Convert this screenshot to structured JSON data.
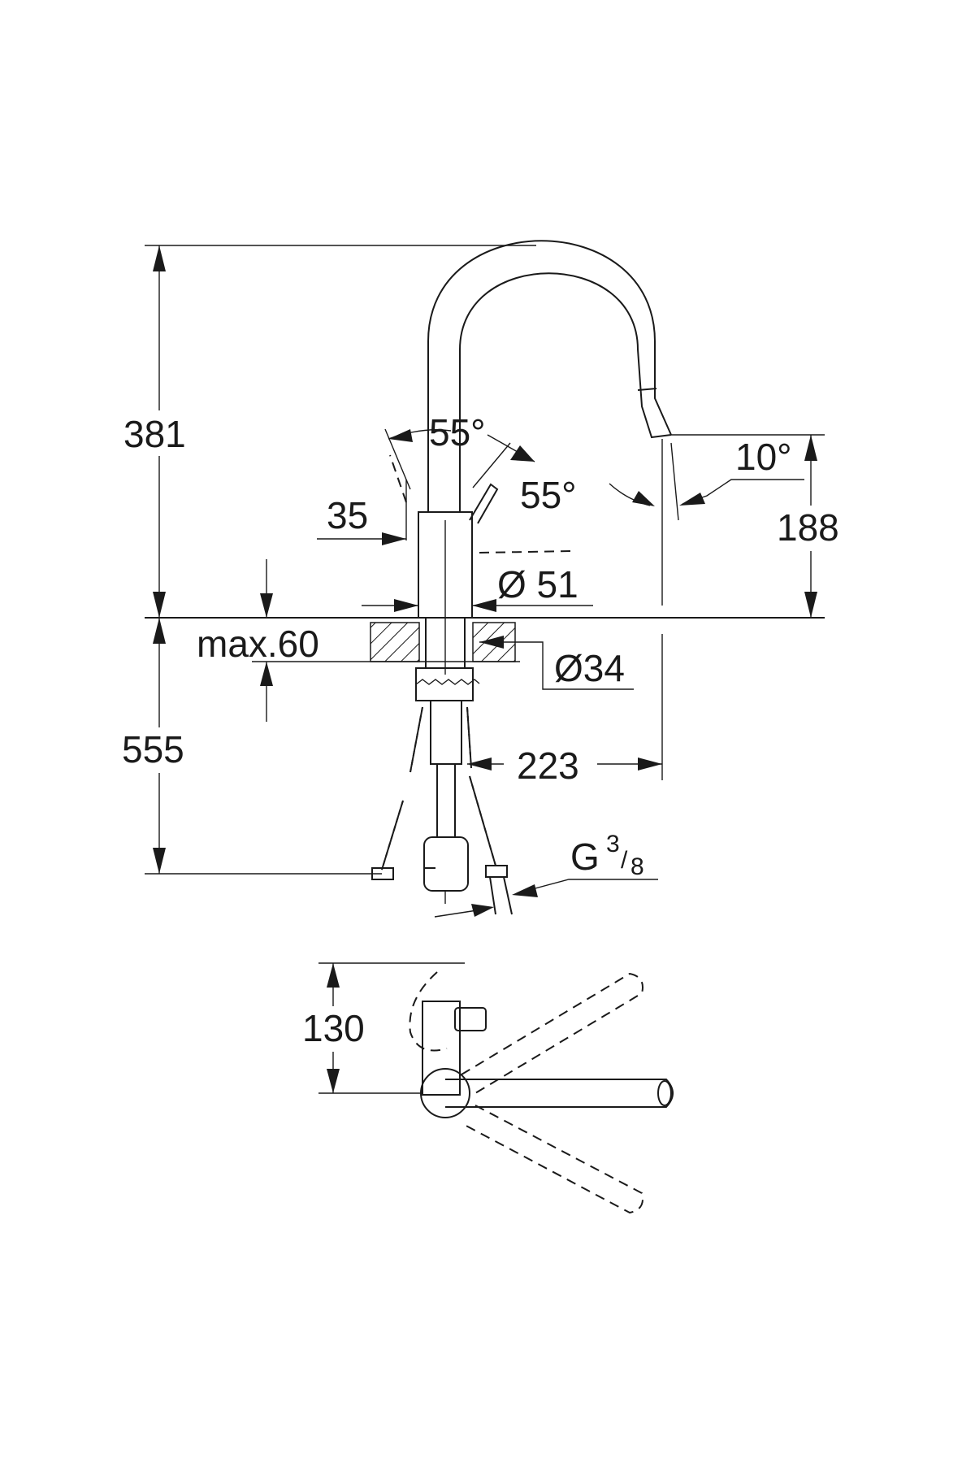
{
  "dimensions": {
    "total_height": "381",
    "handle_angle_left": "55°",
    "handle_angle_right": "55°",
    "lever_offset": "35",
    "body_diameter": "Ø 51",
    "spout_angle": "10°",
    "spout_outlet_height": "188",
    "counter_thickness": "max.60",
    "mounting_hole": "Ø34",
    "below_counter_length": "555",
    "reach": "223",
    "connection_thread_prefix": "G",
    "connection_thread_num": "3",
    "connection_thread_den": "8",
    "swivel_depth": "130"
  },
  "colors": {
    "line": "#1a1a1a",
    "fill": "#ffffff"
  }
}
